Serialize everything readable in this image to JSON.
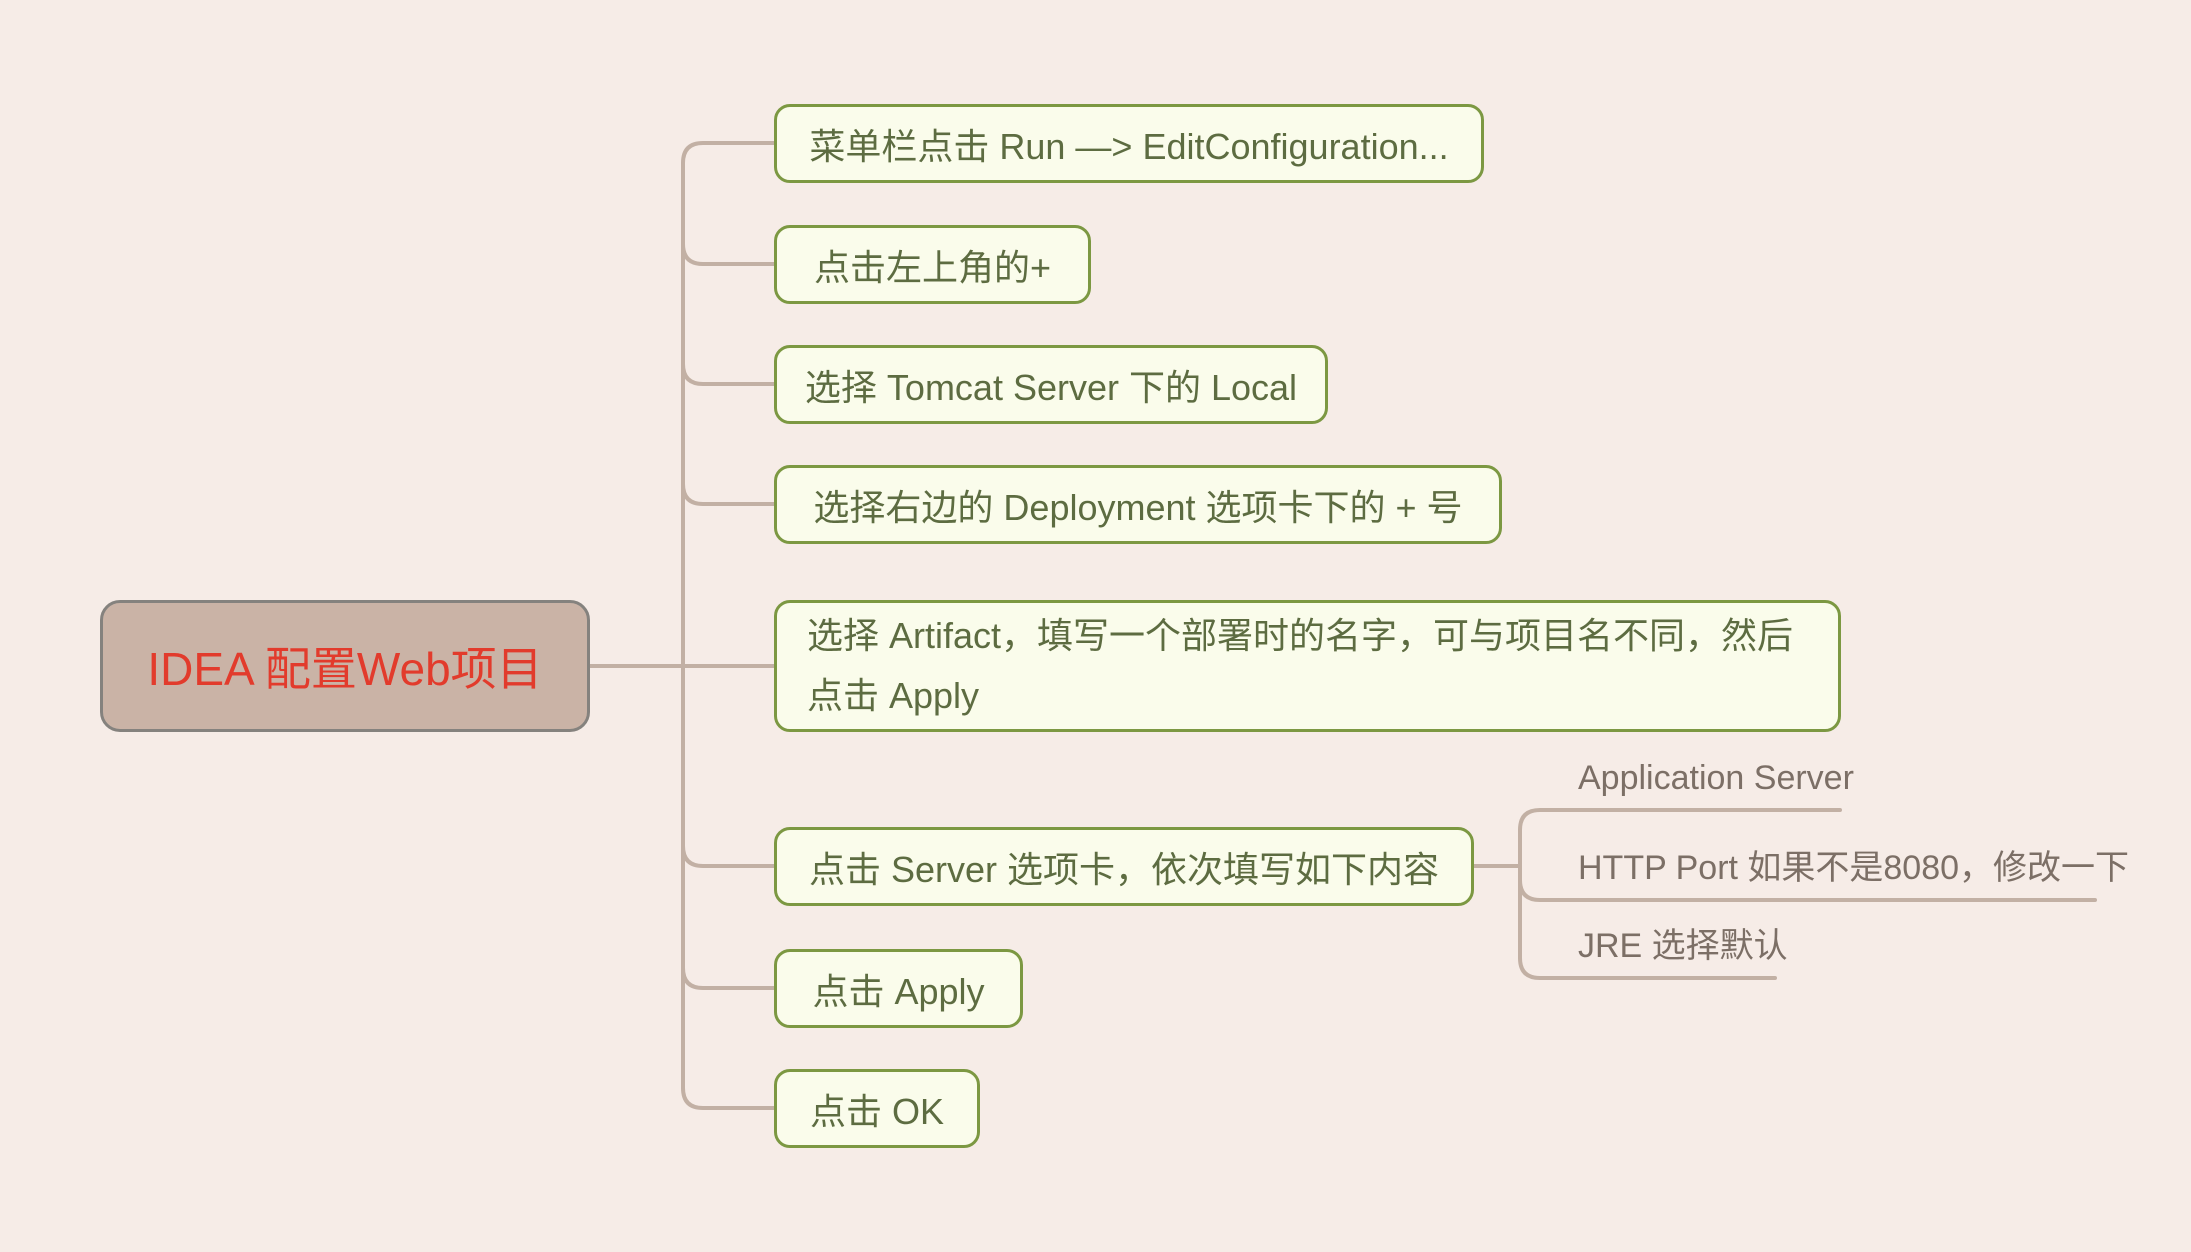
{
  "root": {
    "label": "IDEA 配置Web项目"
  },
  "branches": [
    {
      "label": "菜单栏点击 Run —> EditConfiguration..."
    },
    {
      "label": "点击左上角的+"
    },
    {
      "label": "选择 Tomcat Server 下的 Local"
    },
    {
      "label": "选择右边的 Deployment 选项卡下的 + 号"
    },
    {
      "label": "选择 Artifact，填写一个部署时的名字，可与项目名不同，然后点击 Apply"
    },
    {
      "label": "点击 Server 选项卡，依次填写如下内容",
      "children": [
        {
          "label": "Application Server"
        },
        {
          "label": "HTTP Port 如果不是8080，修改一下"
        },
        {
          "label": "JRE 选择默认"
        }
      ]
    },
    {
      "label": "点击 Apply"
    },
    {
      "label": "点击 OK"
    }
  ],
  "colors": {
    "background": "#f6ece7",
    "connector": "#c2b0a4",
    "root_fill": "#cab3a6",
    "root_border": "#85827e",
    "root_text": "#e23b2c",
    "topic_fill": "#fafceb",
    "topic_border": "#7c9842",
    "topic_text": "#5d6c41",
    "subtopic_text": "#7c6f66",
    "subtopic_underline": "#bfaca0"
  }
}
